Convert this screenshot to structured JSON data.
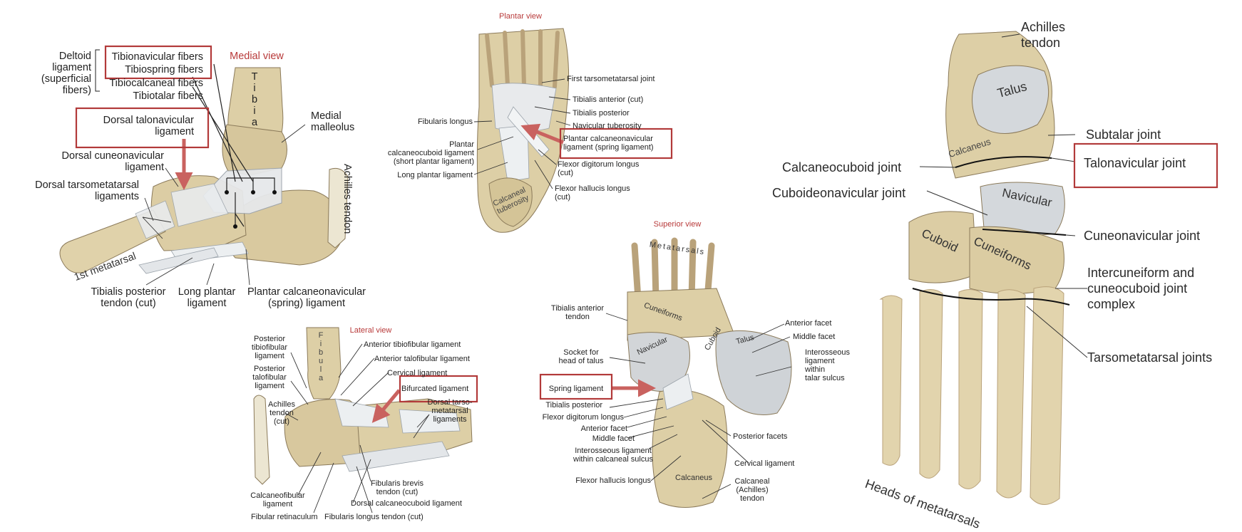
{
  "panels": {
    "medial": {
      "title": "Medial view",
      "deltoid_group": "Deltoid\nligament\n(superficial\nfibers)",
      "fibers": [
        "Tibionavicular fibers",
        "Tibiospring fibers",
        "Tibiocalcaneal fibers",
        "Tibiotalar fibers"
      ],
      "bone_text": "T\ni\nb\ni\na",
      "labels": {
        "dorsal_talonavicular": "Dorsal talonavicular\nligament",
        "medial_malleolus": "Medial\nmalleolus",
        "dorsal_cuneonavicular": "Dorsal cuneonavicular\nligament",
        "dorsal_tarsometatarsal": "Dorsal tarsometatarsal\nligaments",
        "achilles": "Achilles tendon",
        "first_metatarsal": "1st metatarsal",
        "tibialis_posterior": "Tibialis posterior\ntendon (cut)",
        "long_plantar": "Long plantar\nligament",
        "plantar_calcaneonavicular": "Plantar calcaneonavicular\n(spring) ligament"
      }
    },
    "plantar": {
      "title": "Plantar view",
      "labels": {
        "first_tmt_joint": "First tarsometatarsal joint",
        "tibialis_anterior": "Tibialis anterior (cut)",
        "fibularis_longus": "Fibularis longus",
        "tibialis_posterior": "Tibialis posterior",
        "navicular_tuberosity": "Navicular tuberosity",
        "plantar_calcaneocuboid": "Plantar\ncalcaneocuboid ligament\n(short plantar ligament)",
        "spring": "Plantar calcaneonavicular\nligament (spring ligament)",
        "long_plantar": "Long plantar ligament",
        "fdl": "Flexor digitorum longus\n(cut)",
        "fhl": "Flexor hallucis longus\n(cut)",
        "calcaneal_tuberosity": "Calcaneal\ntuberosity"
      }
    },
    "lateral": {
      "title": "Lateral view",
      "bone_text": "F\ni\nb\nu\nl\na",
      "labels": {
        "posterior_tibiofibular": "Posterior\ntibiofibular\nligament",
        "anterior_tibiofibular": "Anterior tibiofibular ligament",
        "anterior_talofibular": "Anterior talofibular ligament",
        "posterior_talofibular": "Posterior\ntalofibular\nligament",
        "cervical": "Cervical ligament",
        "bifurcated": "Bifurcated ligament",
        "achilles": "Achilles\ntendon\n(cut)",
        "dorsal_tarsometatarsal": "Dorsal tarso-\nmetatarsal\nligaments",
        "calcaneofibular": "Calcaneofibular\nligament",
        "fibularis_brevis": "Fibularis brevis\ntendon (cut)",
        "dorsal_calcaneocuboid": "Dorsal calcaneocuboid ligament",
        "fibular_retinaculum": "Fibular retinaculum",
        "fibularis_longus": "Fibularis longus tendon (cut)"
      }
    },
    "superior": {
      "title": "Superior view",
      "bone_text": {
        "metatarsals": "Metatarsals",
        "cuneiforms": "Cuneiforms",
        "navicular": "Navicular",
        "cuboid": "Cuboid",
        "talus": "Talus",
        "calcaneus": "Calcaneus"
      },
      "labels": {
        "tibialis_anterior": "Tibialis anterior\ntendon",
        "anterior_facet_r": "Anterior facet",
        "middle_facet_r": "Middle facet",
        "socket": "Socket for\nhead of talus",
        "interosseous_r": "Interosseous\nligament\nwithin\ntalar sulcus",
        "spring": "Spring ligament",
        "tibialis_posterior": "Tibialis posterior",
        "fdl": "Flexor digitorum longus",
        "anterior_facet_l": "Anterior facet",
        "middle_facet_l": "Middle facet",
        "posterior_facets": "Posterior facets",
        "interosseous_l": "Interosseous ligament\nwithin calcaneal sulcus",
        "cervical": "Cervical ligament",
        "fhl": "Flexor hallucis longus",
        "calcaneal_tendon": "Calcaneal\n(Achilles)\ntendon"
      }
    },
    "joints": {
      "bone_text": {
        "talus": "Talus",
        "calcaneus": "Calcaneus",
        "navicular": "Navicular",
        "cuboid": "Cuboid",
        "cuneiforms": "Cuneiforms"
      },
      "labels": {
        "achilles": "Achilles\ntendon",
        "subtalar": "Subtalar joint",
        "talonavicular": "Talonavicular joint",
        "calcaneocuboid": "Calcaneocuboid joint",
        "cuboideonavicular": "Cuboideonavicular joint",
        "cuneonavicular": "Cuneonavicular joint",
        "intercuneiform": "Intercuneiform and\ncuneocuboid joint\ncomplex",
        "tarsometatarsal": "Tarsometatarsal joints",
        "heads": "Heads of metatarsals"
      }
    }
  },
  "colors": {
    "highlight": "#b23a3a",
    "arrow": "#c9625f",
    "title": "#b83a3a",
    "bone": "#ddcfa6",
    "bone_dark": "#b9a27a",
    "ligament": "#e9ecee",
    "ligament_shade": "#a9b0b8",
    "line": "#333333"
  }
}
